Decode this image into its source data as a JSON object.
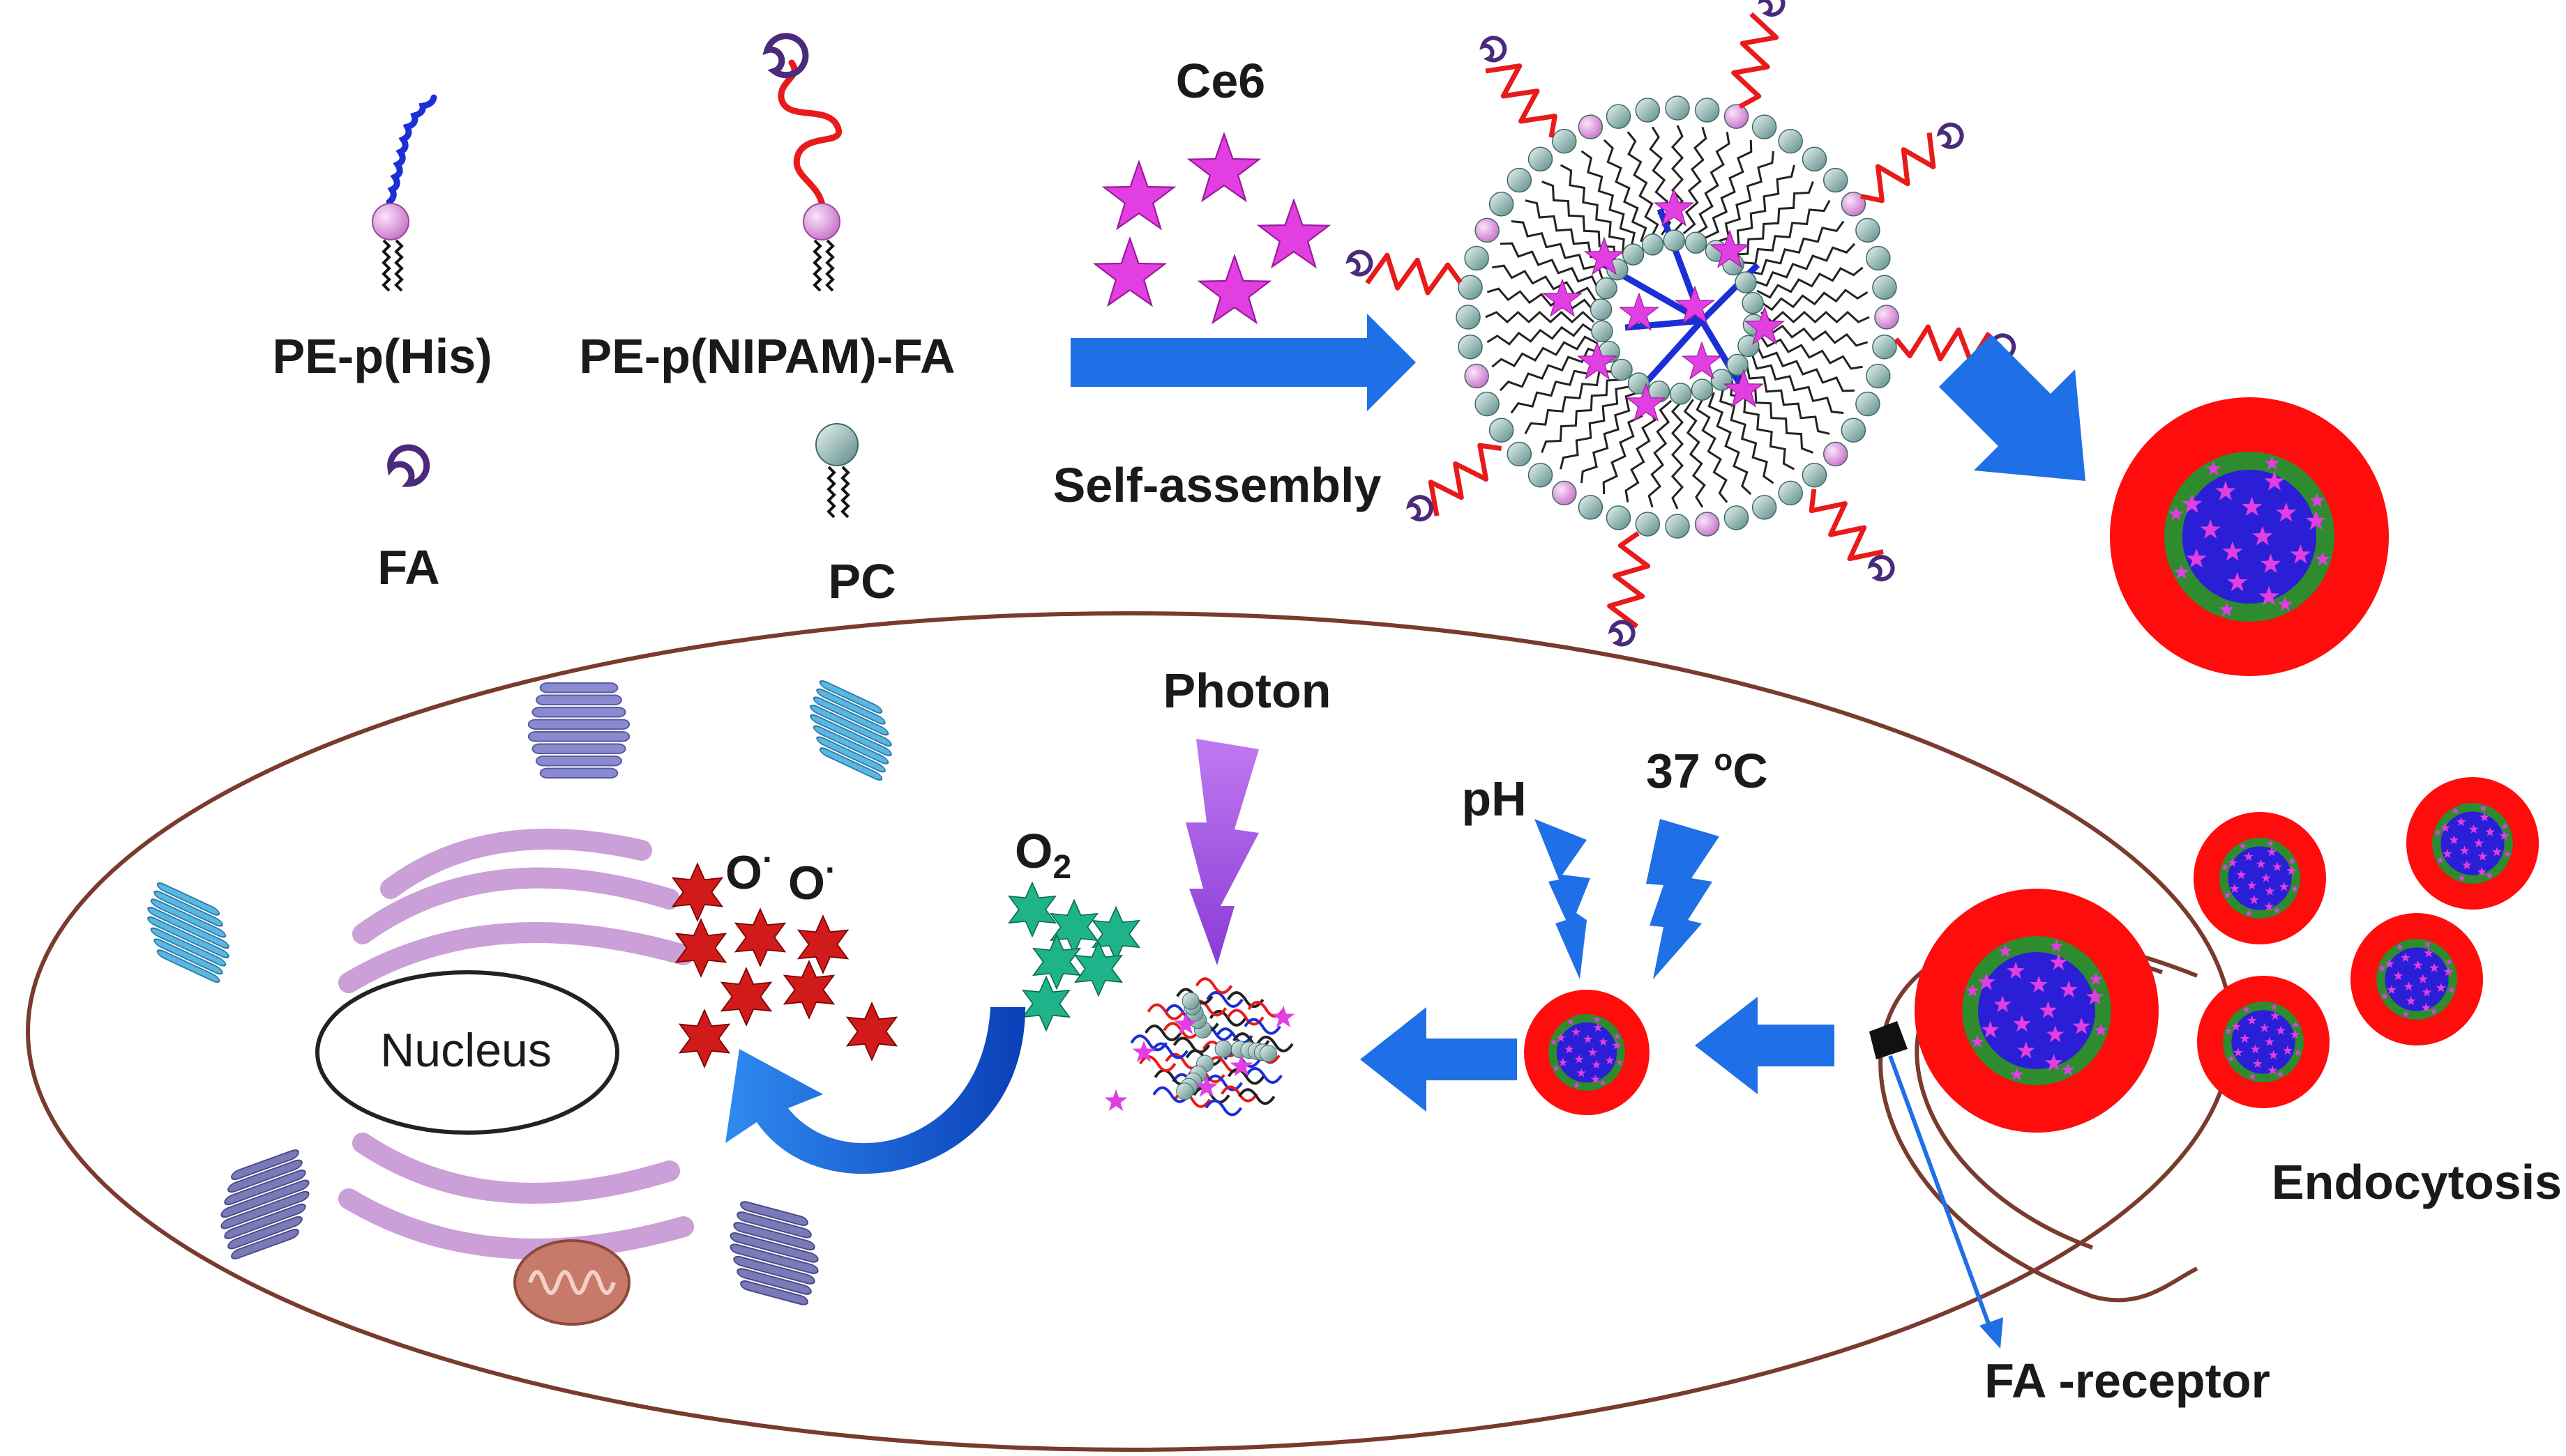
{
  "colors": {
    "blue_arrow": "#1f6fe6",
    "star_magenta": "#e23fe2",
    "shell_red": "#ff0d0d",
    "shell_green": "#2e8b2e",
    "core_blue": "#2a1fd6",
    "ros_red": "#d11a1a",
    "oxygen_green": "#1fb38a",
    "photon_purple": "#a855e6",
    "cell_outline": "#7a3a2e",
    "head_pink": "#e9a2e9",
    "head_teal": "#8fb8b4",
    "phis_blue": "#1a2fd6",
    "nipam_red": "#e81a1a",
    "fa_purple": "#4a2a7a"
  },
  "labels": {
    "pe_phis": "PE-p(His)",
    "pe_pnipam_fa": "PE-p(NIPAM)-FA",
    "fa": "FA",
    "pc": "PC",
    "ce6": "Ce6",
    "self_assembly": "Self-assembly",
    "photon": "Photon",
    "ph": "pH",
    "temp_number": "37",
    "temp_superscript": "o",
    "temp_unit": "C",
    "o_radical": "O",
    "radical_dot": "·",
    "o2_main": "O",
    "o2_sub": "2",
    "nucleus": "Nucleus",
    "endocytosis": "Endocytosis",
    "fa_receptor": "FA -receptor"
  },
  "icons": [
    "lipid-his-icon",
    "lipid-nipam-fa-icon",
    "folic-acid-icon",
    "phosphatidylcholine-icon",
    "ce6-star-icon",
    "micelle-icon",
    "nanoparticle-icon",
    "golgi-icon",
    "mitochondrion-icon",
    "lysosome-icon",
    "lightning-icon"
  ]
}
